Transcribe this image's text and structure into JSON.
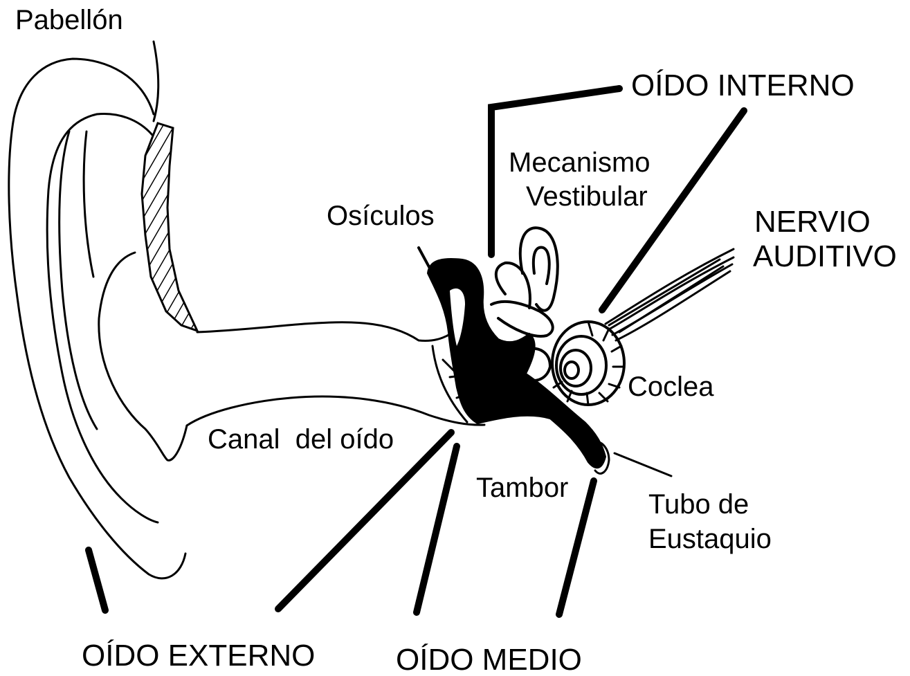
{
  "labels": {
    "pabellon": "Pabellón",
    "oido_interno": "OÍDO INTERNO",
    "mecanismo_line1": "Mecanismo",
    "mecanismo_line2": "Vestibular",
    "osiculos": "Osículos",
    "nervio_line1": "NERVIO",
    "nervio_line2": "AUDITIVO",
    "coclea": "Coclea",
    "canal": "Canal  del oído",
    "tambor": "Tambor",
    "tubo_line1": "Tubo de",
    "tubo_line2": "Eustaquio",
    "oido_externo": "OÍDO EXTERNO",
    "oido_medio": "OÍDO MEDIO"
  },
  "colors": {
    "ink": "#000000",
    "background": "#ffffff"
  }
}
